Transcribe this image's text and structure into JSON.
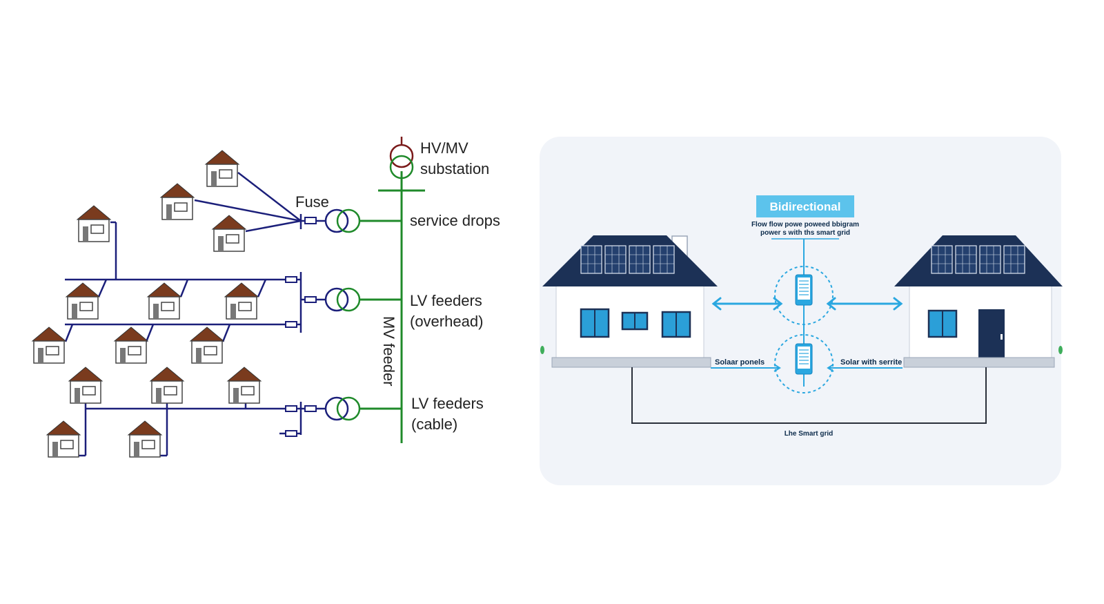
{
  "left_diagram": {
    "substation_label_line1": "HV/MV",
    "substation_label_line2": "substation",
    "fuse_label": "Fuse",
    "service_drops_label": "service drops",
    "lv_overhead_line1": "LV feeders",
    "lv_overhead_line2": "(overhead)",
    "mv_feeder_label": "MV feeder",
    "lv_cable_line1": "LV feeders",
    "lv_cable_line2": "(cable)",
    "colors": {
      "lv_line": "#1b1f7a",
      "mv_line": "#1f8a2a",
      "hv_coil": "#7a1a1a",
      "roof": "#7a3b1e"
    }
  },
  "right_diagram": {
    "badge_label": "Bidirectional",
    "subtitle_line1": "Flow flow powe poweed bbigram",
    "subtitle_line2": "power s with ths smart grid",
    "left_panel_label": "Solaar ponels",
    "right_panel_label": "Solar with serrite",
    "grid_label": "Lhe Smart grid",
    "colors": {
      "background": "#f1f4f9",
      "accent": "#2aa7e0",
      "badge": "#5cc3ec",
      "roof": "#1c3156",
      "wall": "#ffffff",
      "window": "#2b9fd8",
      "door": "#1c3156"
    }
  }
}
